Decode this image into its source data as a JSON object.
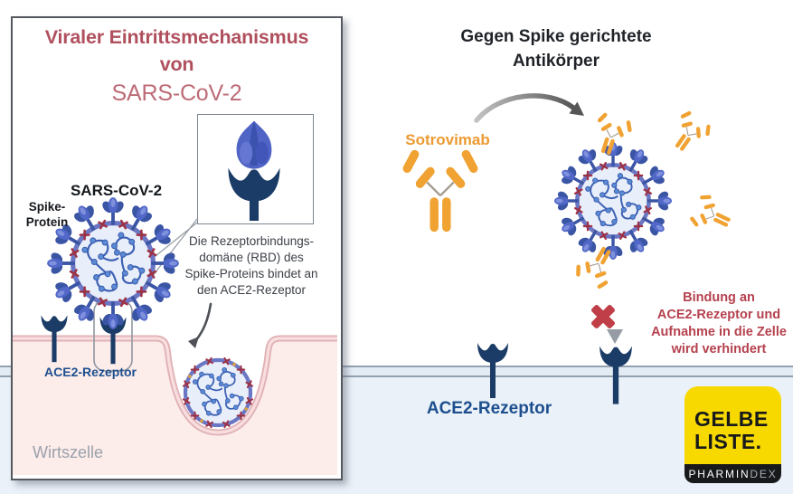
{
  "left_panel": {
    "title_line1": "Viraler Eintrittsmechanismus",
    "title_line2": "von",
    "title_line3": "SARS-CoV-2",
    "virus_label": "SARS-CoV-2",
    "spike_label": [
      "Spike-",
      "Protein"
    ],
    "inset_caption": [
      "Die Rezeptorbindungs-",
      "domäne (RBD) des",
      "Spike-Proteins bindet an",
      "den ACE2-Rezeptor"
    ],
    "ace2_label": "ACE2-Rezeptor",
    "host_cell_label": "Wirtszelle"
  },
  "right_panel": {
    "title": [
      "Gegen Spike gerichtete",
      "Antikörper"
    ],
    "drug_label": "Sotrovimab",
    "blocked_text": [
      "Bindung an",
      "ACE2-Rezeptor und",
      "Aufnahme in die Zelle",
      "wird verhindert"
    ],
    "ace2_label": "ACE2-Rezeptor"
  },
  "logo": {
    "line1": "GELBE",
    "line2": "LISTE.",
    "subtitle_primary": "PHARMIN",
    "subtitle_secondary": "DEX"
  },
  "colors": {
    "rose": "#b0505e",
    "rose-light": "#bd6b77",
    "orange": "#ec9a31",
    "antibody-orange": "#f0a232",
    "blocked-red": "#b5414e",
    "ace2-blue": "#1d4f8f",
    "navy": "#1b3c66",
    "virus-blue": "#4156ae",
    "ring-purple": "#6b76c4",
    "membrane-pink": "#e0b2b6",
    "cell-pink": "#fcecea",
    "bg-blue": "#eaf1f8",
    "logo-yellow": "#f7d900"
  }
}
